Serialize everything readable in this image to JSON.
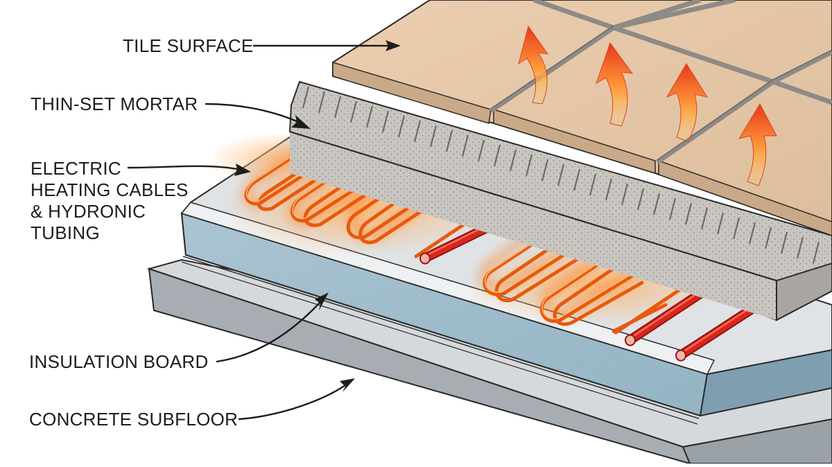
{
  "labels": {
    "tile_surface": "TILE SURFACE",
    "thinset_mortar": "THIN-SET MORTAR",
    "heating": {
      "line1": "ELECTRIC",
      "line2": "HEATING CABLES",
      "line3": "& HYDRONIC",
      "line4": "TUBING"
    },
    "insulation_board": "INSULATION BOARD",
    "concrete_subfloor": "CONCRETE SUBFLOOR"
  },
  "colors": {
    "tile": "#e3c5a5",
    "grout": "#8e8a86",
    "mortar": "#cfccc7",
    "insulation": "#9fbccb",
    "concrete": "#b7bcc1",
    "cable_glow": "#ff8a2a",
    "hydronic_tube": "#d9261c",
    "heat_arrow": "#f4571f"
  }
}
